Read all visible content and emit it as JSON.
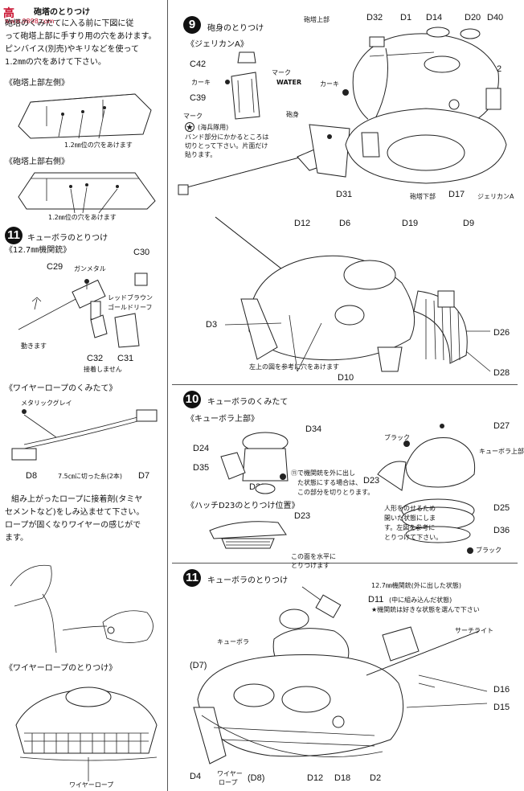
{
  "watermark": {
    "logo": "高",
    "site": "www.9898.com"
  },
  "left": {
    "top_title": "砲塔のとりつけ",
    "intro_lines": [
      "砲塔のくみたてに入る前に下図に従",
      "って砲塔上部に手すり用の穴をあけます。",
      "ピンバイス(別売)やキリなどを使って",
      "1.2㎜の穴をあけて下さい。"
    ],
    "turret_left_title": "《砲塔上部左側》",
    "turret_left_note": "1.2㎜位の穴をあけます",
    "turret_right_title": "《砲塔上部右側》",
    "turret_right_note": "1.2㎜位の穴をあけます",
    "step11_num": "11",
    "step11_title": "キューボラのとりつけ",
    "mg_title": "《12.7㎜機関銃》",
    "mg_labels": {
      "c29": "C29",
      "c30": "C30",
      "gunmetal": "ガンメタル",
      "red_brown": "レッドブラウン",
      "gold_leaf": "ゴールドリーフ",
      "moves": "動きます",
      "c32": "C32",
      "c31": "C31",
      "no_glue": "接着しません"
    },
    "wire_title": "《ワイヤーロープのくみたて》",
    "metallic_grey": "メタリックグレイ",
    "d8": "D8",
    "d7": "D7",
    "string_note": "7.5㎝に切った糸(2本)",
    "wire_para_lines": [
      "組み上がったロープに接着剤(タミヤ",
      "セメントなど)をしみ込ませて下さい。",
      "ロープが固くなりワイヤーの感じがで",
      "ます。"
    ],
    "wire_attach_title": "《ワイヤーロープのとりつけ》",
    "wire_rope": "ワイヤーロープ"
  },
  "step9": {
    "num": "9",
    "title": "砲身のとりつけ",
    "jerrycan_title": "《ジェリカンA》",
    "c42": "C42",
    "khaki": "カーキ",
    "c39": "C39",
    "mark": "マーク",
    "water": "WATER",
    "mark2": "マーク",
    "marines": "(海兵隊用)",
    "band_note_1": "バンド部分にかかるところは",
    "band_note_2": "切りとって下さい。片面だけ",
    "band_note_3": "貼ります。",
    "barrel": "砲身",
    "turret_upper": "砲塔上部",
    "turret_lower": "砲塔下部",
    "khaki2": "カーキ",
    "jerrycan_a": "ジェリカンA",
    "parts_top": [
      "D32",
      "D1",
      "D14",
      "D20",
      "D40"
    ],
    "d12": "D12",
    "d31": "D31",
    "d17": "D17"
  },
  "step9b": {
    "d12": "D12",
    "d6": "D6",
    "d19": "D19",
    "d9": "D9",
    "d3": "D3",
    "d26": "D26",
    "d28": "D28",
    "d10": "D10",
    "note": "左上の図を参考に穴をあけます"
  },
  "step10": {
    "num": "10",
    "title": "キューボラのくみたて",
    "upper_title": "《キューボラ上部》",
    "d34": "D34",
    "d24": "D24",
    "d35": "D35",
    "d39": "D39",
    "mg_note_1": "⑪で機関銃を外に出し",
    "mg_note_2": "た状態にする場合は、",
    "mg_note_3": "この部分を切りとります。",
    "d23": "D23",
    "black": "ブラック",
    "d27": "D27",
    "cupola_upper": "キューボラ上部",
    "figure_note_1": "人形をのせるため",
    "figure_note_2": "開いた状態にしま",
    "figure_note_3": "す。左図を参考に",
    "figure_note_4": "とりつけて下さい。",
    "d25": "D25",
    "d36": "D36",
    "black2": "ブラック",
    "hatch_title": "《ハッチD23のとりつけ位置》",
    "hatch_d23": "D23",
    "hatch_note_1": "この面を水平に",
    "hatch_note_2": "とりつけます"
  },
  "step11b": {
    "num": "11",
    "title": "キューボラのとりつけ",
    "mg_out": "12.7㎜機関銃(外に出した状態)",
    "d11": "D11",
    "d11_note": "(中に組み込んだ状態)",
    "mg_choice": "★機関銃は好きな状態を選んで下さい",
    "searchlight": "サーチライト",
    "cupola": "キューボラ",
    "d7": "(D7)",
    "d16": "D16",
    "d15": "D15",
    "d4": "D4",
    "wire": "ワイヤー",
    "rope": "ロープ",
    "d8": "(D8)",
    "d12": "D12",
    "d18": "D18",
    "d2": "D2"
  }
}
